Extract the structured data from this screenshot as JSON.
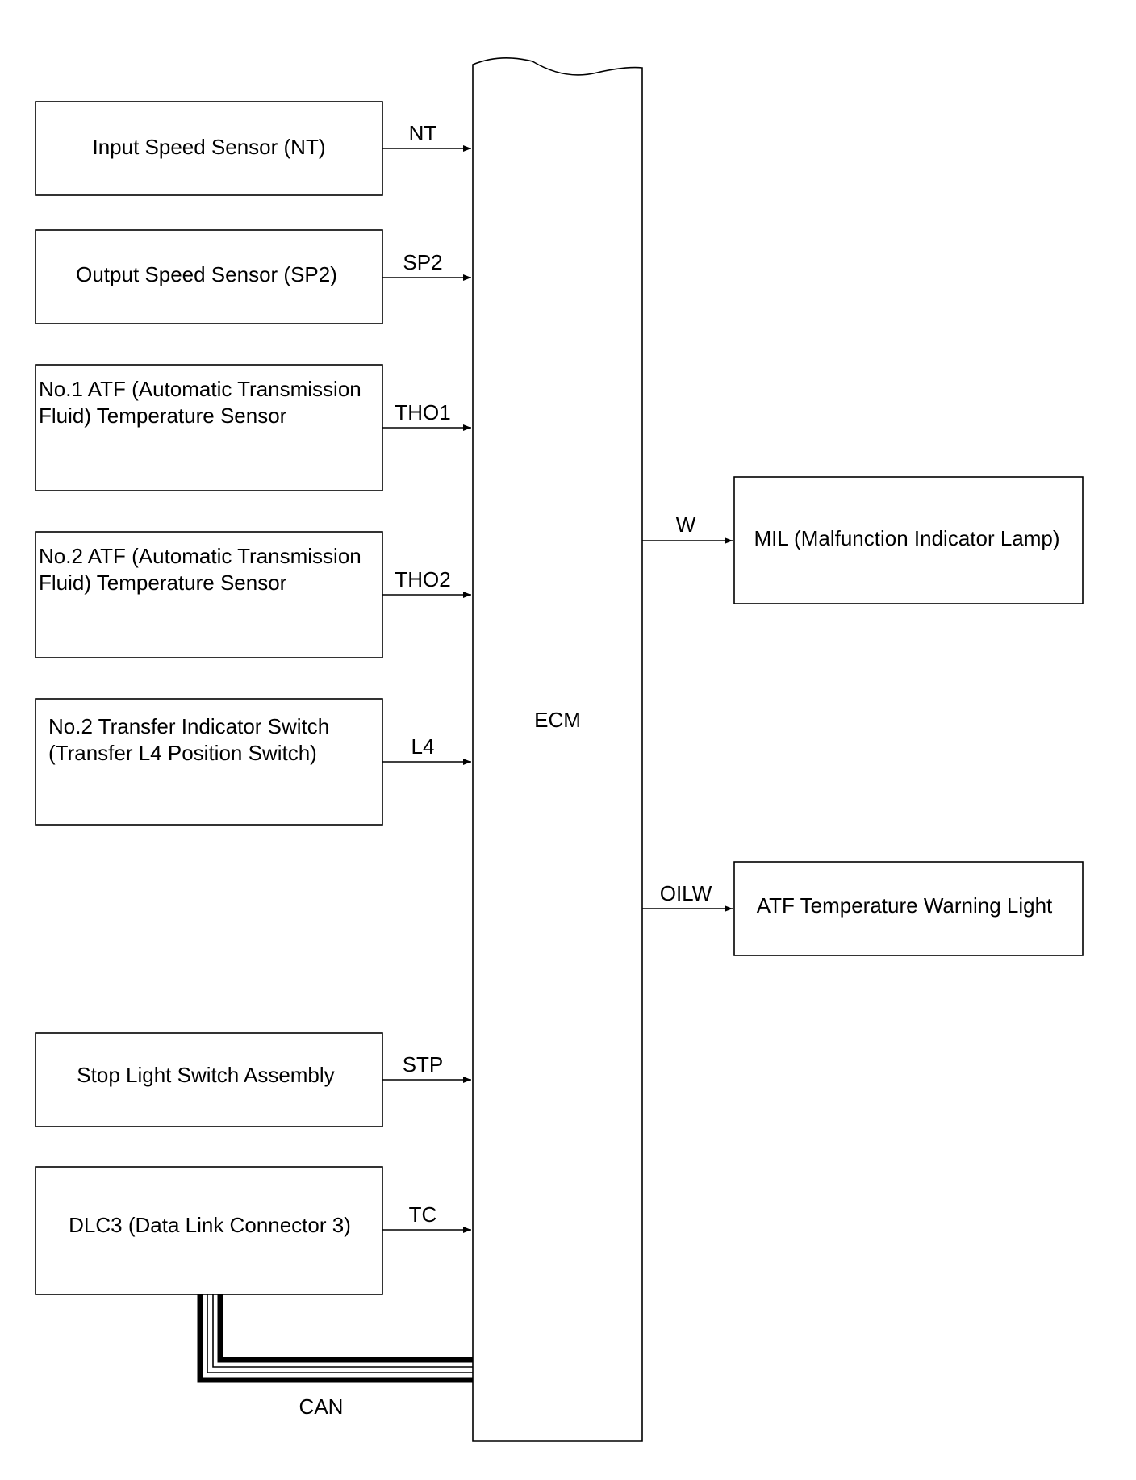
{
  "ecm": {
    "label": "ECM"
  },
  "inputs": [
    {
      "box_lines": [
        "Input Speed Sensor (NT)"
      ],
      "signal": "NT"
    },
    {
      "box_lines": [
        "Output Speed Sensor (SP2)"
      ],
      "signal": "SP2"
    },
    {
      "box_lines": [
        "No.1 ATF (Automatic Transmission",
        "Fluid) Temperature Sensor"
      ],
      "signal": "THO1"
    },
    {
      "box_lines": [
        "No.2 ATF (Automatic Transmission",
        "Fluid) Temperature Sensor"
      ],
      "signal": "THO2"
    },
    {
      "box_lines": [
        "No.2 Transfer Indicator Switch",
        "(Transfer L4 Position Switch)"
      ],
      "signal": "L4"
    },
    {
      "box_lines": [
        "Stop Light Switch Assembly"
      ],
      "signal": "STP"
    },
    {
      "box_lines": [
        "DLC3 (Data Link Connector 3)"
      ],
      "signal": "TC"
    }
  ],
  "outputs": [
    {
      "box_lines": [
        "MIL (Malfunction Indicator Lamp)"
      ],
      "signal": "W"
    },
    {
      "box_lines": [
        "ATF Temperature Warning Light"
      ],
      "signal": "OILW"
    }
  ],
  "bus": {
    "label": "CAN"
  },
  "colors": {
    "line": "#000000",
    "background": "#ffffff"
  }
}
